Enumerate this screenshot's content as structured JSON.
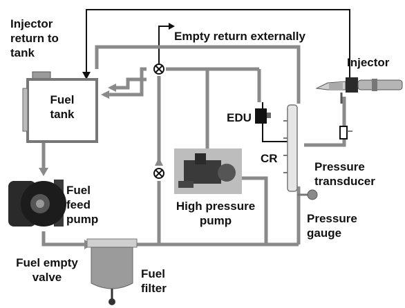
{
  "labels": {
    "injector_return": [
      "Injector",
      "return to",
      "tank"
    ],
    "empty_return": "Empty return externally",
    "injector": "Injector",
    "fuel_tank": [
      "Fuel",
      "tank"
    ],
    "edu": "EDU",
    "cr": "CR",
    "pressure_transducer": [
      "Pressure",
      "transducer"
    ],
    "fuel_feed_pump": [
      "Fuel",
      "feed",
      "pump"
    ],
    "high_pressure_pump": [
      "High pressure",
      "pump"
    ],
    "pressure_gauge": [
      "Pressure",
      "gauge"
    ],
    "fuel_empty_valve": [
      "Fuel empty",
      "valve"
    ],
    "fuel_filter": [
      "Fuel",
      "filter"
    ]
  },
  "colors": {
    "pipe": "#8a8a8a",
    "line": "#111111",
    "component_fill": "#e6e6e6",
    "pump_box": "#bdbdbd"
  }
}
